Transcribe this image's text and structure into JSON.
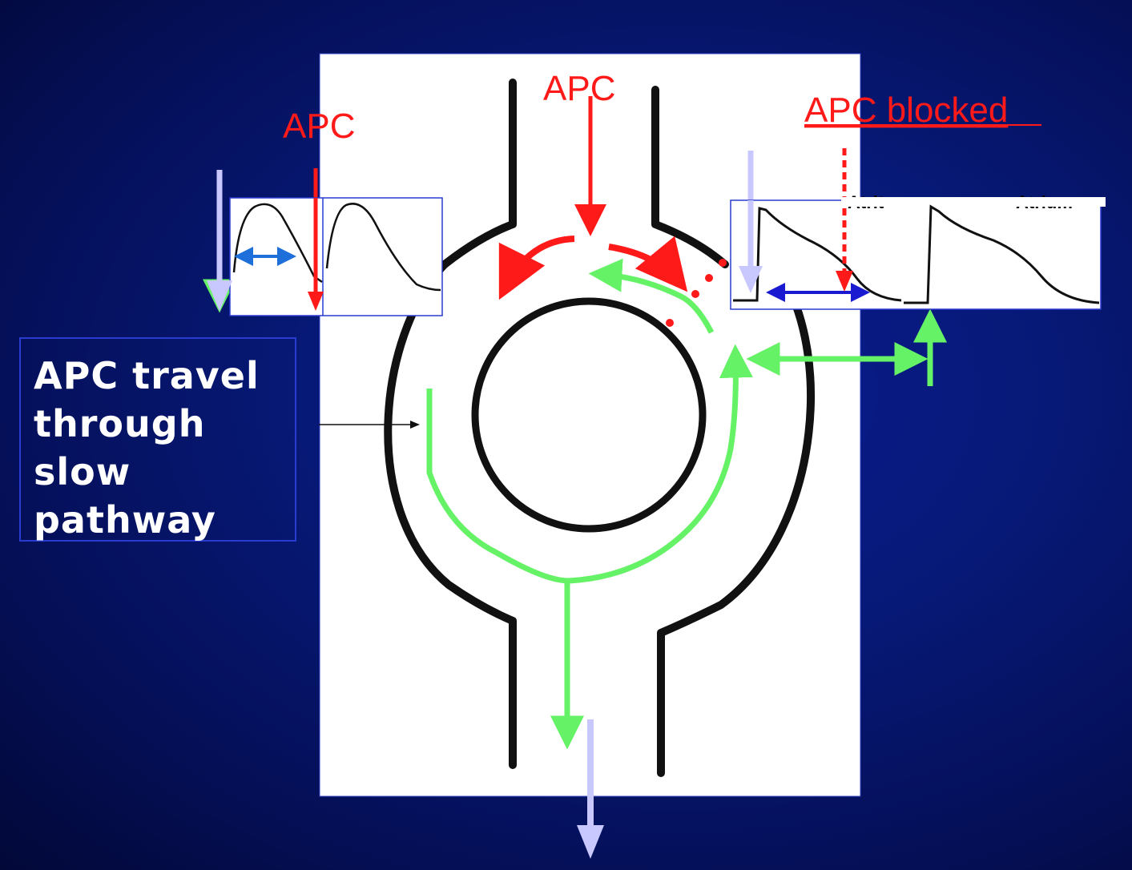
{
  "labels": {
    "apc_left": "APC",
    "apc_top": "APC",
    "apc_blocked": "APC blocked"
  },
  "note": {
    "lines": [
      "APC travel",
      "through",
      "slow",
      "pathway"
    ]
  },
  "trace_labels": {
    "right_1": "Atrit",
    "right_2": "Atrium"
  },
  "colors": {
    "background": "#071a7a",
    "apc_red": "#ff1a1a",
    "pathway_green": "#66f266",
    "input_lavender": "#c8c8ff",
    "double_arrow_blue": "#1e6fd9",
    "panel_white": "#ffffff"
  }
}
